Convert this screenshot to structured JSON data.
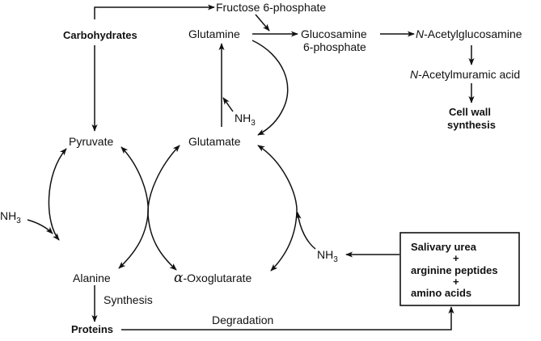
{
  "diagram": {
    "title": "Nitrogen and carbohydrate metabolism pathways",
    "colors": {
      "ink": "#111111",
      "background": "#ffffff"
    },
    "nodes": {
      "carbohydrates": "Carbohydrates",
      "fructose6p": "Fructose 6-phosphate",
      "glutamine": "Glutamine",
      "glucosamine6p_line1": "Glucosamine",
      "glucosamine6p_line2": "6-phosphate",
      "n_acetyl_prefix": "N",
      "n_acetylglucosamine": "-Acetylglucosamine",
      "n_acetylmuramic": "-Acetylmuramic acid",
      "cell_wall_line1": "Cell wall",
      "cell_wall_line2": "synthesis",
      "pyruvate": "Pyruvate",
      "glutamate": "Glutamate",
      "alanine": "Alanine",
      "alpha": "α",
      "oxoglutarate": "-Oxoglutarate",
      "proteins": "Proteins",
      "nh3_main": "NH",
      "nh3_sub": "3"
    },
    "labels": {
      "synthesis": "Synthesis",
      "degradation": "Degradation"
    },
    "source_box": {
      "line1": "Salivary urea",
      "plus1": "+",
      "line2": "arginine peptides",
      "plus2": "+",
      "line3": "amino acids"
    },
    "edges": [
      {
        "from": "Carbohydrates",
        "to": "Fructose 6-phosphate"
      },
      {
        "from": "Carbohydrates",
        "to": "Pyruvate"
      },
      {
        "from": "Fructose 6-phosphate",
        "to": "Glucosamine 6-phosphate"
      },
      {
        "from": "Glutamine",
        "to": "Glucosamine 6-phosphate"
      },
      {
        "from": "Glucosamine 6-phosphate",
        "to": "N-Acetylglucosamine"
      },
      {
        "from": "N-Acetylglucosamine",
        "to": "N-Acetylmuramic acid"
      },
      {
        "from": "N-Acetylmuramic acid",
        "to": "Cell wall synthesis"
      },
      {
        "from": "Glutamate",
        "to": "Glutamine",
        "with": "NH3"
      },
      {
        "from": "Glutamine",
        "to": "Glutamate"
      },
      {
        "from": "Pyruvate",
        "to": "Alanine",
        "with": "NH3",
        "bidirectional": true
      },
      {
        "from": "Alanine",
        "to": "Pyruvate"
      },
      {
        "from": "Glutamate",
        "to": "α-Oxoglutarate",
        "bidirectional": true
      },
      {
        "from": "α-Oxoglutarate",
        "to": "Glutamate",
        "with": "NH3",
        "bidirectional": true
      },
      {
        "from": "Alanine",
        "to": "Proteins",
        "label": "Synthesis"
      },
      {
        "from": "Proteins",
        "to": "Salivary urea + arginine peptides + amino acids",
        "label": "Degradation"
      },
      {
        "from": "Salivary urea + arginine peptides + amino acids",
        "to": "NH3"
      }
    ]
  }
}
